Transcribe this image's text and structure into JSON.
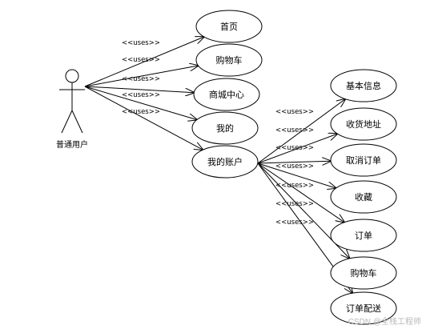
{
  "actor": {
    "label": "普通用户"
  },
  "relation_label": "<<uses>>",
  "use_cases": [
    {
      "id": "home",
      "label": "首页"
    },
    {
      "id": "cart",
      "label": "购物车"
    },
    {
      "id": "mall",
      "label": "商城中心"
    },
    {
      "id": "mine",
      "label": "我的"
    },
    {
      "id": "account",
      "label": "我的账户"
    },
    {
      "id": "basic_info",
      "label": "基本信息"
    },
    {
      "id": "shipping_addr",
      "label": "收货地址"
    },
    {
      "id": "cancel_order",
      "label": "取消订单"
    },
    {
      "id": "favorites",
      "label": "收藏"
    },
    {
      "id": "orders",
      "label": "订单"
    },
    {
      "id": "cart2",
      "label": "购物车"
    },
    {
      "id": "delivery",
      "label": "订单配送"
    }
  ],
  "watermark": "CSDN @全栈工程师"
}
